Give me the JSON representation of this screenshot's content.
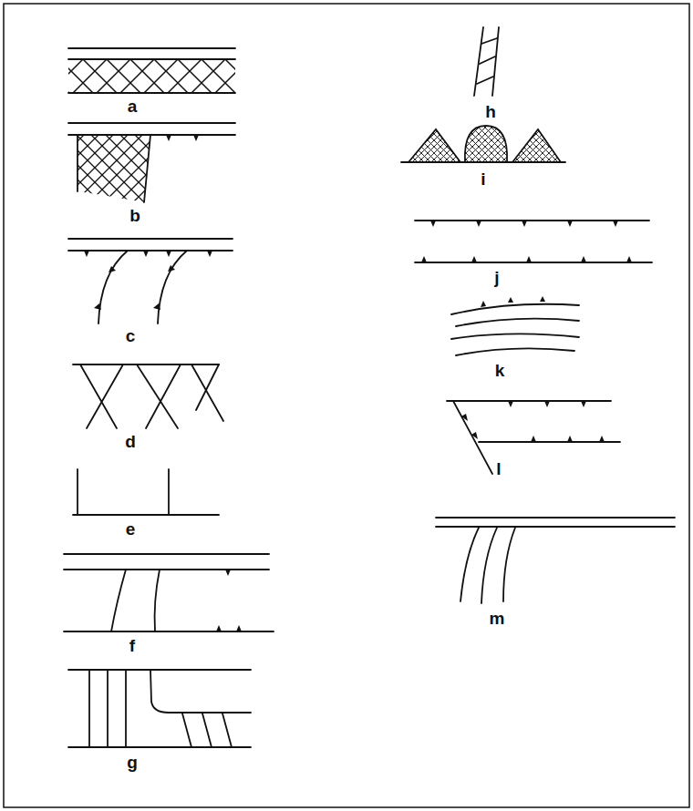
{
  "diagram": {
    "labels": [
      "a",
      "b",
      "c",
      "d",
      "e",
      "f",
      "g",
      "h",
      "i",
      "j",
      "k",
      "l",
      "m"
    ]
  }
}
